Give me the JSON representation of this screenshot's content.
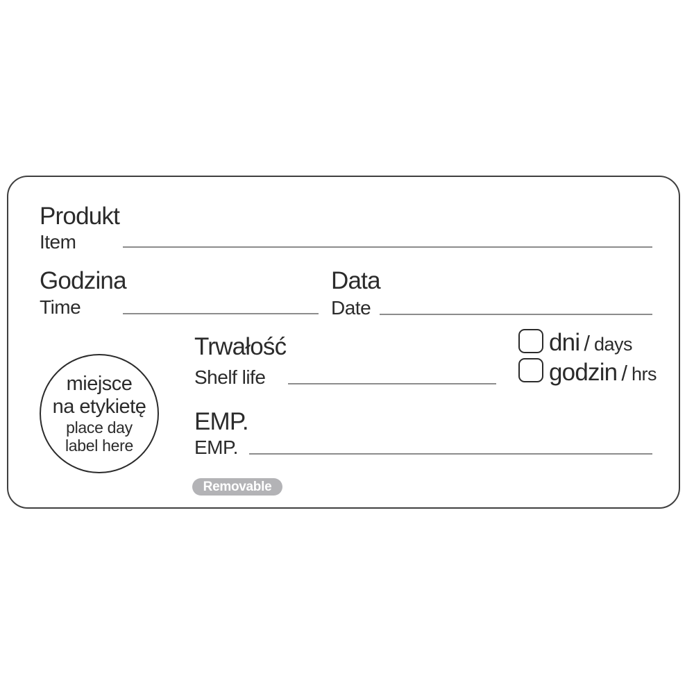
{
  "label": {
    "fields": {
      "product": {
        "pl": "Produkt",
        "en": "Item"
      },
      "time": {
        "pl": "Godzina",
        "en": "Time"
      },
      "date": {
        "pl": "Data",
        "en": "Date"
      },
      "shelf_life": {
        "pl": "Trwałość",
        "en": "Shelf life"
      },
      "employee": {
        "pl": "EMP.",
        "en": "EMP."
      }
    },
    "unit_checkboxes": [
      {
        "pl": "dni",
        "sep": "/",
        "en": "days"
      },
      {
        "pl": "godzin",
        "sep": "/",
        "en": "hrs"
      }
    ],
    "day_label_circle": {
      "line1": "miejsce",
      "line2": "na etykietę",
      "line3": "place day",
      "line4": "label here"
    },
    "badge": {
      "text": "Removable"
    },
    "colors": {
      "text": "#2b2b2b",
      "write_line": "#8c8c8c",
      "card_border": "#3f3f3f",
      "badge_bg": "#b3b3b6",
      "badge_text": "#ffffff"
    }
  }
}
